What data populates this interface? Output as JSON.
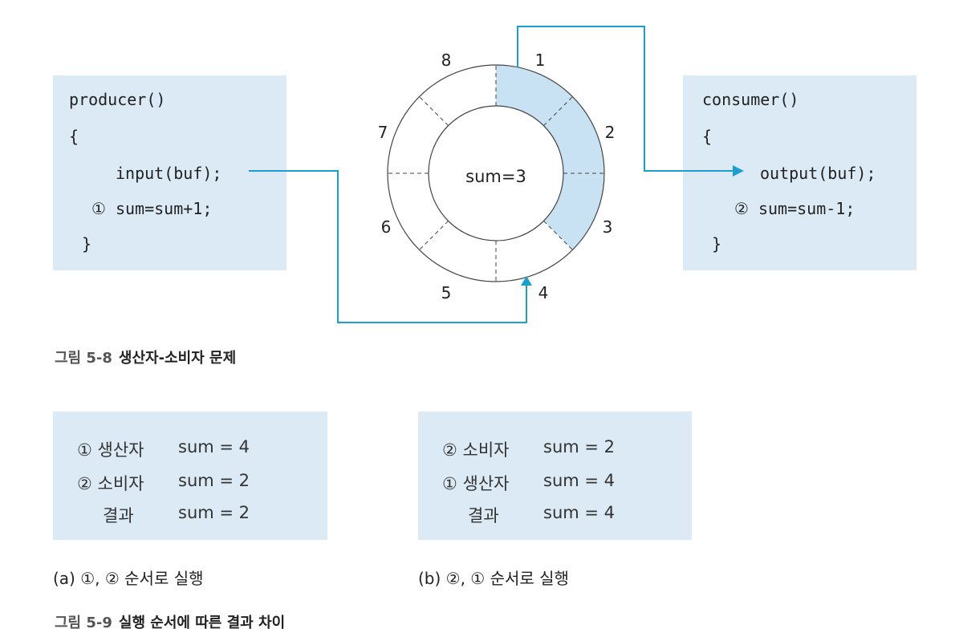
{
  "figure_5_8": {
    "producer": {
      "lines": [
        "producer()",
        "{",
        "input(buf);",
        "① sum=sum+1;",
        "}"
      ]
    },
    "consumer": {
      "lines": [
        "consumer()",
        "{",
        "output(buf);",
        "② sum=sum-1;",
        "}"
      ]
    },
    "buffer": {
      "center_label": "sum=3",
      "slot_labels": [
        "1",
        "2",
        "3",
        "4",
        "5",
        "6",
        "7",
        "8"
      ],
      "filled_slots": [
        1,
        2,
        3
      ],
      "fill_color": "#c8e2f3",
      "arrow_color": "#1aa0cf"
    },
    "caption": {
      "number": "그림 5-8",
      "title": "생산자-소비자 문제"
    }
  },
  "figure_5_9": {
    "a": {
      "rows": [
        {
          "label": "① 생산자",
          "value": "sum = 4"
        },
        {
          "label": "② 소비자",
          "value": "sum = 2"
        },
        {
          "label": "결과",
          "value": "sum = 2"
        }
      ],
      "subcaption": "(a) ①, ② 순서로 실행"
    },
    "b": {
      "rows": [
        {
          "label": "② 소비자",
          "value": "sum = 2"
        },
        {
          "label": "① 생산자",
          "value": "sum = 4"
        },
        {
          "label": "결과",
          "value": "sum = 4"
        }
      ],
      "subcaption": "(b) ②, ① 순서로 실행"
    },
    "caption": {
      "number": "그림 5-9",
      "title": "실행 순서에 따른 결과 차이"
    }
  }
}
